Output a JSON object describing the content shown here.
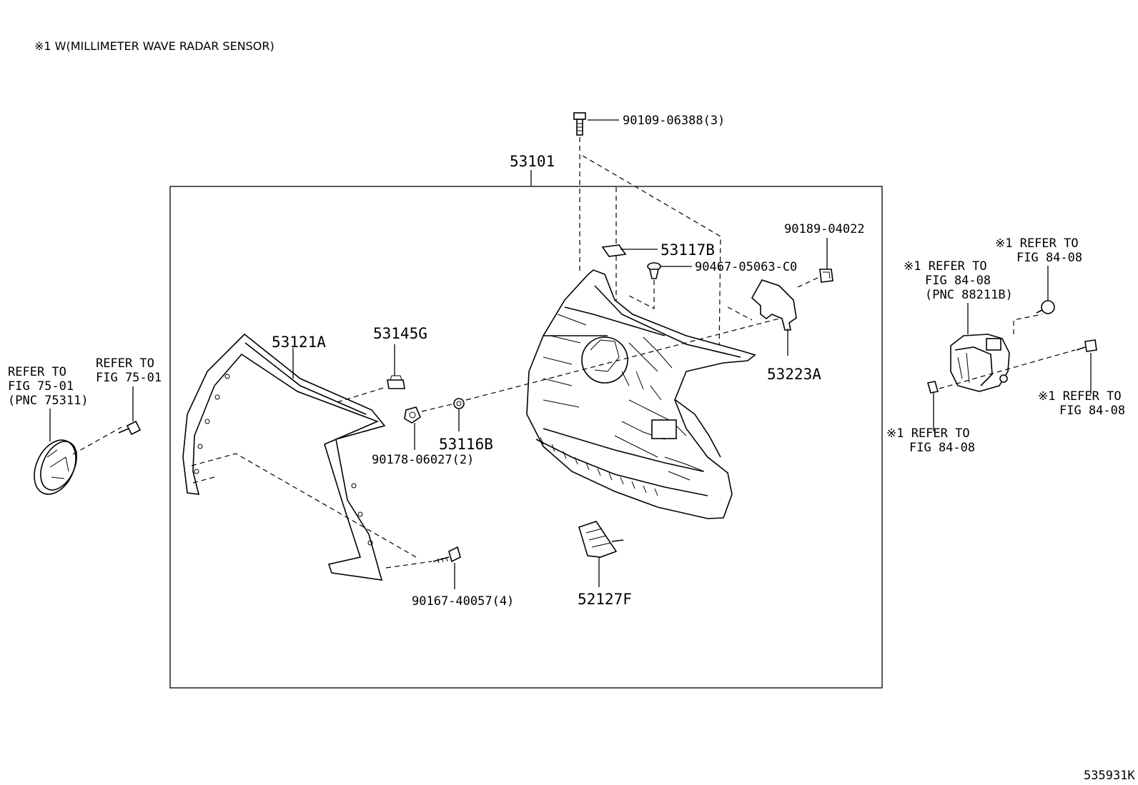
{
  "header_note": "※1 W(MILLIMETER WAVE RADAR SENSOR)",
  "figure_id": "535931K",
  "parts": {
    "p90109": "90109-06388(3)",
    "p53101": "53101",
    "p53117B": "53117B",
    "p90467": "90467-05063-C0",
    "p90189": "90189-04022",
    "p53223A": "53223A",
    "p53121A": "53121A",
    "p53145G": "53145G",
    "p53116B": "53116B",
    "p90178": "90178-06027(2)",
    "p90167": "90167-40057(4)",
    "p52127F": "52127F"
  },
  "refs": {
    "left_emblem": [
      "REFER TO",
      "FIG 75-01",
      "(PNC 75311)"
    ],
    "left_screw": [
      "REFER TO",
      "FIG 75-01"
    ],
    "radar_sensor": [
      "※1 REFER TO",
      "FIG 84-08",
      "(PNC 88211B)"
    ],
    "radar_top_bolt": [
      "※1 REFER TO",
      "FIG 84-08"
    ],
    "radar_right_bolt": [
      "※1 REFER TO",
      "FIG 84-08"
    ],
    "radar_nut": [
      "※1 REFER TO",
      "FIG 84-08"
    ]
  }
}
